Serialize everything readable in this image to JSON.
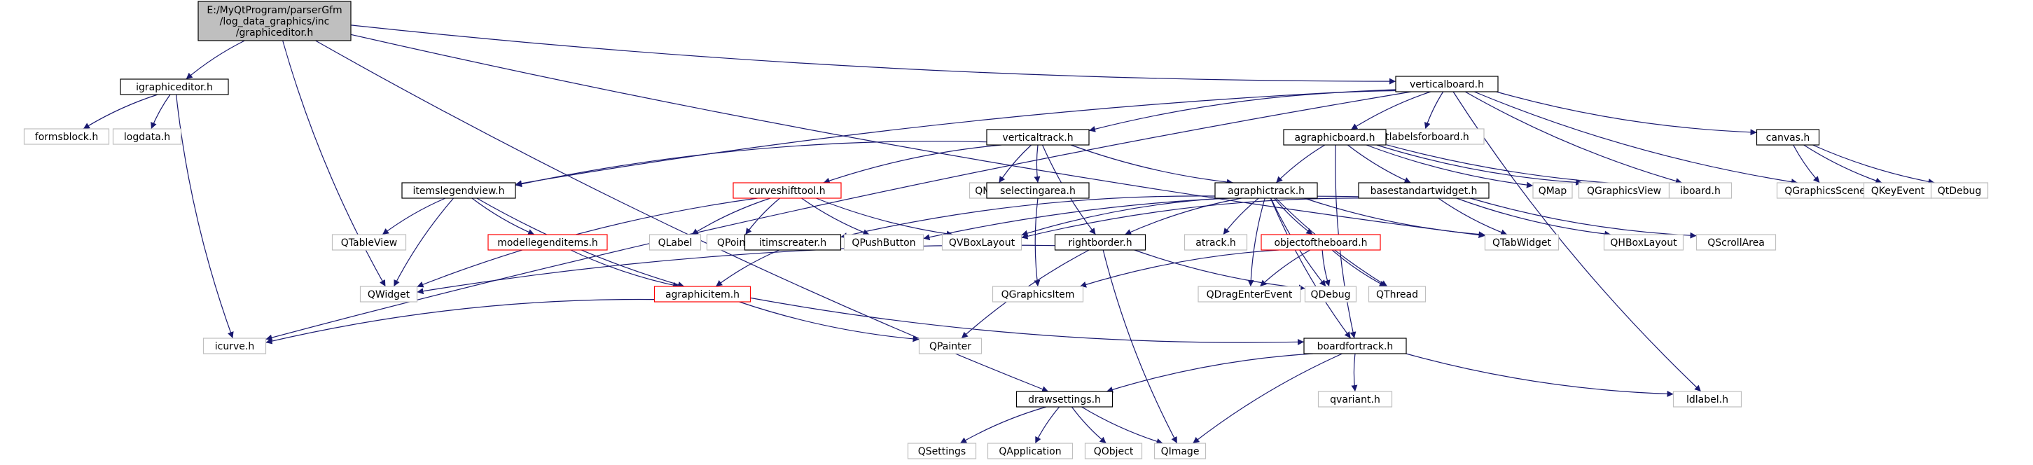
{
  "colors": {
    "edge": "#191970",
    "root_fill": "#bfbfbf",
    "documented_border": "#000000",
    "external_border": "#bfbfbf",
    "warning_border": "#ff0000"
  },
  "nodes": [
    {
      "id": "root",
      "kind": "root",
      "lines": [
        "E:/MyQtProgram/parserGfm",
        "/log_data_graphics/inc",
        "/graphiceditor.h"
      ]
    },
    {
      "id": "igraphiceditor",
      "kind": "doc",
      "lines": [
        "igraphiceditor.h"
      ]
    },
    {
      "id": "formsblock",
      "kind": "ext",
      "lines": [
        "formsblock.h"
      ]
    },
    {
      "id": "logdata",
      "kind": "ext",
      "lines": [
        "logdata.h"
      ]
    },
    {
      "id": "icurve",
      "kind": "ext",
      "lines": [
        "icurve.h"
      ]
    },
    {
      "id": "verticalboard",
      "kind": "doc",
      "lines": [
        "verticalboard.h"
      ]
    },
    {
      "id": "setlabelsforboard",
      "kind": "ext",
      "lines": [
        "setlabelsforboard.h"
      ]
    },
    {
      "id": "verticaltrack",
      "kind": "doc",
      "lines": [
        "verticaltrack.h"
      ]
    },
    {
      "id": "agraphicboard",
      "kind": "doc",
      "lines": [
        "agraphicboard.h"
      ]
    },
    {
      "id": "canvas",
      "kind": "doc",
      "lines": [
        "canvas.h"
      ]
    },
    {
      "id": "itemslegendview",
      "kind": "doc",
      "lines": [
        "itemslegendview.h"
      ]
    },
    {
      "id": "curveshifttool",
      "kind": "red",
      "lines": [
        "curveshifttool.h"
      ]
    },
    {
      "id": "QMenu",
      "kind": "ext",
      "lines": [
        "QMenu"
      ]
    },
    {
      "id": "selectingarea",
      "kind": "doc",
      "lines": [
        "selectingarea.h"
      ]
    },
    {
      "id": "agraphictrack",
      "kind": "doc",
      "lines": [
        "agraphictrack.h"
      ]
    },
    {
      "id": "basestandartwidget",
      "kind": "doc",
      "lines": [
        "basestandartwidget.h"
      ]
    },
    {
      "id": "QMap",
      "kind": "ext",
      "lines": [
        "QMap"
      ]
    },
    {
      "id": "QGraphicsView",
      "kind": "ext",
      "lines": [
        "QGraphicsView"
      ]
    },
    {
      "id": "iboard",
      "kind": "ext",
      "lines": [
        "iboard.h"
      ]
    },
    {
      "id": "QGraphicsScene",
      "kind": "ext",
      "lines": [
        "QGraphicsScene"
      ]
    },
    {
      "id": "QKeyEvent",
      "kind": "ext",
      "lines": [
        "QKeyEvent"
      ]
    },
    {
      "id": "QtDebug",
      "kind": "ext",
      "lines": [
        "QtDebug"
      ]
    },
    {
      "id": "QTableView",
      "kind": "ext",
      "lines": [
        "QTableView"
      ]
    },
    {
      "id": "modellegenditems",
      "kind": "red",
      "lines": [
        "modellegenditems.h"
      ]
    },
    {
      "id": "QLabel",
      "kind": "ext",
      "lines": [
        "QLabel"
      ]
    },
    {
      "id": "QPointer",
      "kind": "ext",
      "lines": [
        "QPointer"
      ]
    },
    {
      "id": "QPushButton",
      "kind": "ext",
      "lines": [
        "QPushButton"
      ]
    },
    {
      "id": "itimscreater",
      "kind": "doc",
      "lines": [
        "itimscreater.h"
      ]
    },
    {
      "id": "QVBoxLayout",
      "kind": "ext",
      "lines": [
        "QVBoxLayout"
      ]
    },
    {
      "id": "rightborder",
      "kind": "doc",
      "lines": [
        "rightborder.h"
      ]
    },
    {
      "id": "atrack",
      "kind": "ext",
      "lines": [
        "atrack.h"
      ]
    },
    {
      "id": "objectoftheboard",
      "kind": "red",
      "lines": [
        "objectoftheboard.h"
      ]
    },
    {
      "id": "QTabWidget",
      "kind": "ext",
      "lines": [
        "QTabWidget"
      ]
    },
    {
      "id": "QHBoxLayout",
      "kind": "ext",
      "lines": [
        "QHBoxLayout"
      ]
    },
    {
      "id": "QScrollArea",
      "kind": "ext",
      "lines": [
        "QScrollArea"
      ]
    },
    {
      "id": "QWidget",
      "kind": "ext",
      "lines": [
        "QWidget"
      ]
    },
    {
      "id": "agraphicitem",
      "kind": "red",
      "lines": [
        "agraphicitem.h"
      ]
    },
    {
      "id": "QGraphicsItem",
      "kind": "ext",
      "lines": [
        "QGraphicsItem"
      ]
    },
    {
      "id": "QDragEnterEvent",
      "kind": "ext",
      "lines": [
        "QDragEnterEvent"
      ]
    },
    {
      "id": "QDebug",
      "kind": "ext",
      "lines": [
        "QDebug"
      ]
    },
    {
      "id": "QThread",
      "kind": "ext",
      "lines": [
        "QThread"
      ]
    },
    {
      "id": "QPainter",
      "kind": "ext",
      "lines": [
        "QPainter"
      ]
    },
    {
      "id": "boardfortrack",
      "kind": "doc",
      "lines": [
        "boardfortrack.h"
      ]
    },
    {
      "id": "qvariant",
      "kind": "ext",
      "lines": [
        "qvariant.h"
      ]
    },
    {
      "id": "ldlabel",
      "kind": "ext",
      "lines": [
        "ldlabel.h"
      ]
    },
    {
      "id": "drawsettings",
      "kind": "doc",
      "lines": [
        "drawsettings.h"
      ]
    },
    {
      "id": "QSettings",
      "kind": "ext",
      "lines": [
        "QSettings"
      ]
    },
    {
      "id": "QApplication",
      "kind": "ext",
      "lines": [
        "QApplication"
      ]
    },
    {
      "id": "QObject",
      "kind": "ext",
      "lines": [
        "QObject"
      ]
    },
    {
      "id": "QImage",
      "kind": "ext",
      "lines": [
        "QImage"
      ]
    }
  ],
  "edges": [
    [
      "root",
      "igraphiceditor"
    ],
    [
      "root",
      "verticalboard"
    ],
    [
      "root",
      "QWidget"
    ],
    [
      "root",
      "QTabWidget"
    ],
    [
      "root",
      "drawsettings"
    ],
    [
      "igraphiceditor",
      "formsblock"
    ],
    [
      "igraphiceditor",
      "logdata"
    ],
    [
      "igraphiceditor",
      "icurve"
    ],
    [
      "verticalboard",
      "setlabelsforboard"
    ],
    [
      "verticalboard",
      "verticaltrack"
    ],
    [
      "verticalboard",
      "agraphicboard"
    ],
    [
      "verticalboard",
      "canvas"
    ],
    [
      "verticalboard",
      "itemslegendview"
    ],
    [
      "verticalboard",
      "icurve"
    ],
    [
      "verticalboard",
      "iboard"
    ],
    [
      "verticalboard",
      "QGraphicsScene"
    ],
    [
      "verticalboard",
      "ldlabel"
    ],
    [
      "verticaltrack",
      "itemslegendview"
    ],
    [
      "verticaltrack",
      "curveshifttool"
    ],
    [
      "verticaltrack",
      "QMenu"
    ],
    [
      "verticaltrack",
      "selectingarea"
    ],
    [
      "verticaltrack",
      "agraphictrack"
    ],
    [
      "verticaltrack",
      "rightborder"
    ],
    [
      "agraphicboard",
      "agraphictrack"
    ],
    [
      "agraphicboard",
      "basestandartwidget"
    ],
    [
      "agraphicboard",
      "QMap"
    ],
    [
      "agraphicboard",
      "QGraphicsView"
    ],
    [
      "agraphicboard",
      "iboard"
    ],
    [
      "agraphicboard",
      "boardfortrack"
    ],
    [
      "canvas",
      "QGraphicsScene"
    ],
    [
      "canvas",
      "QKeyEvent"
    ],
    [
      "canvas",
      "QtDebug"
    ],
    [
      "itemslegendview",
      "QTableView"
    ],
    [
      "itemslegendview",
      "modellegenditems"
    ],
    [
      "itemslegendview",
      "QWidget"
    ],
    [
      "itemslegendview",
      "agraphicitem"
    ],
    [
      "curveshifttool",
      "QLabel"
    ],
    [
      "curveshifttool",
      "QPointer"
    ],
    [
      "curveshifttool",
      "QPushButton"
    ],
    [
      "curveshifttool",
      "QVBoxLayout"
    ],
    [
      "curveshifttool",
      "QWidget"
    ],
    [
      "selectingarea",
      "QGraphicsItem"
    ],
    [
      "modellegenditems",
      "agraphicitem"
    ],
    [
      "itimscreater",
      "agraphicitem"
    ],
    [
      "agraphictrack",
      "itimscreater"
    ],
    [
      "agraphictrack",
      "rightborder"
    ],
    [
      "agraphictrack",
      "atrack"
    ],
    [
      "agraphictrack",
      "objectoftheboard"
    ],
    [
      "agraphictrack",
      "QTabWidget"
    ],
    [
      "agraphictrack",
      "QVBoxLayout"
    ],
    [
      "agraphictrack",
      "QDragEnterEvent"
    ],
    [
      "agraphictrack",
      "QDebug"
    ],
    [
      "agraphictrack",
      "QThread"
    ],
    [
      "agraphictrack",
      "boardfortrack"
    ],
    [
      "basestandartwidget",
      "QPushButton"
    ],
    [
      "basestandartwidget",
      "QVBoxLayout"
    ],
    [
      "basestandartwidget",
      "QTabWidget"
    ],
    [
      "basestandartwidget",
      "QHBoxLayout"
    ],
    [
      "basestandartwidget",
      "QScrollArea"
    ],
    [
      "rightborder",
      "QWidget"
    ],
    [
      "rightborder",
      "QDebug"
    ],
    [
      "rightborder",
      "QPainter"
    ],
    [
      "rightborder",
      "QImage"
    ],
    [
      "objectoftheboard",
      "QGraphicsItem"
    ],
    [
      "objectoftheboard",
      "QDragEnterEvent"
    ],
    [
      "objectoftheboard",
      "QDebug"
    ],
    [
      "objectoftheboard",
      "QThread"
    ],
    [
      "agraphicitem",
      "icurve"
    ],
    [
      "agraphicitem",
      "QPainter"
    ],
    [
      "agraphicitem",
      "boardfortrack"
    ],
    [
      "boardfortrack",
      "drawsettings"
    ],
    [
      "boardfortrack",
      "qvariant"
    ],
    [
      "boardfortrack",
      "ldlabel"
    ],
    [
      "boardfortrack",
      "QImage"
    ],
    [
      "drawsettings",
      "QSettings"
    ],
    [
      "drawsettings",
      "QApplication"
    ],
    [
      "drawsettings",
      "QObject"
    ],
    [
      "drawsettings",
      "QImage"
    ]
  ]
}
